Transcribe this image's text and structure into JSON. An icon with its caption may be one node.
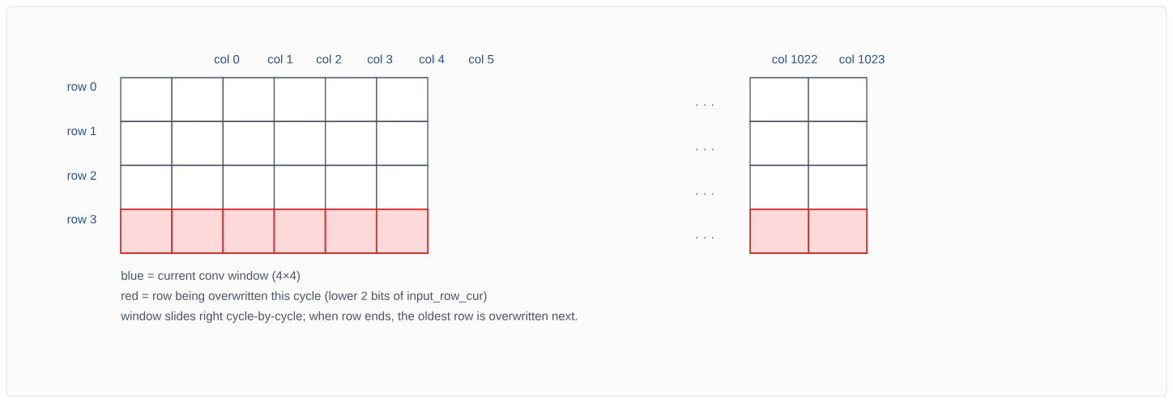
{
  "diagram": {
    "labels": [
      "col 0",
      "col 1",
      "col 2",
      "col 3",
      "col 4",
      "col 5",
      "col 1022",
      "col 1023",
      "row 0",
      ". . .",
      "row 1",
      ". . .",
      "row 2",
      ". . .",
      "row 3",
      ". . .",
      "blue = current conv window (4×4)",
      "red = row being overwritten this cycle (lower 2 bits of input_row_cur)",
      "window slides right cycle-by-cycle; when row ends, the oldest row is overwritten next."
    ]
  }
}
